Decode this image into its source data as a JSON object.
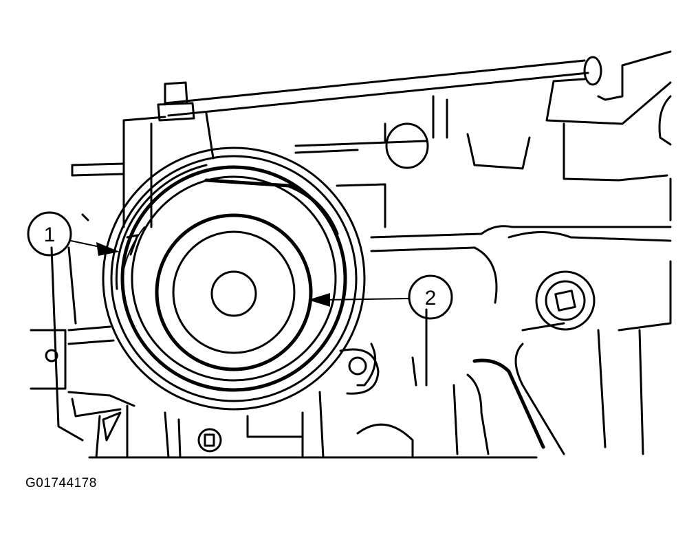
{
  "callouts": [
    {
      "id": "1",
      "label": "1"
    },
    {
      "id": "2",
      "label": "2"
    }
  ],
  "figure_code": "G01744178",
  "colors": {
    "ink": "#000000",
    "paper": "#ffffff"
  }
}
